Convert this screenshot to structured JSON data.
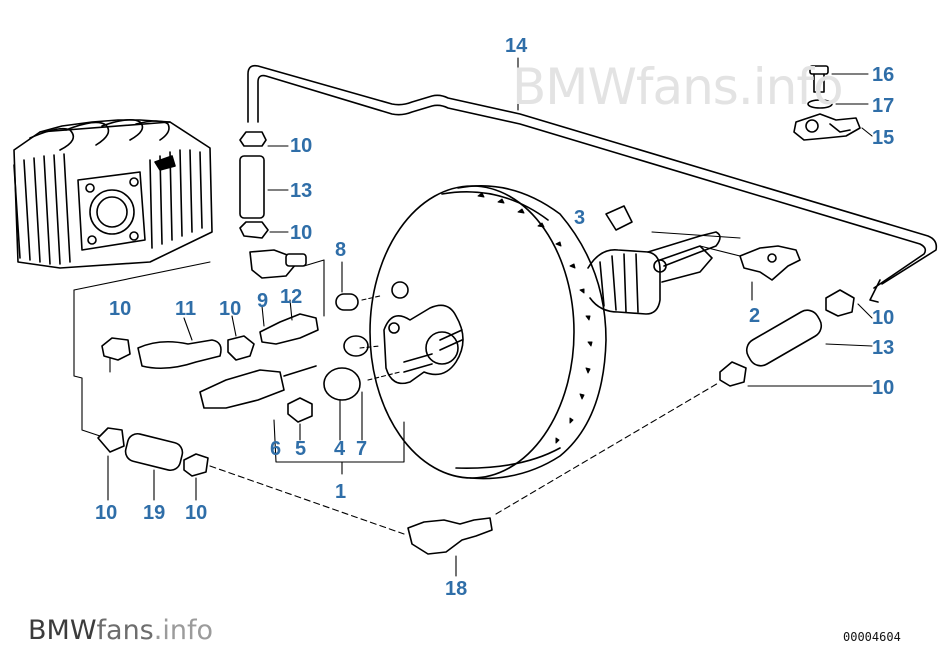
{
  "watermark": "BMWfans.info",
  "brand": {
    "part1": "BMW",
    "part2": "fans",
    "part3": ".info"
  },
  "doc_number": "00004604",
  "callouts": {
    "c14": "14",
    "c16": "16",
    "c17": "17",
    "c15": "15",
    "c10_top": "10",
    "c13_top": "13",
    "c10_mid": "10",
    "c8": "8",
    "c3": "3",
    "c2": "2",
    "c10_r1": "10",
    "c13_r": "13",
    "c10_r2": "10",
    "c10_l1": "10",
    "c11": "11",
    "c10_l2": "10",
    "c9": "9",
    "c12": "12",
    "c6": "6",
    "c5": "5",
    "c4": "4",
    "c7": "7",
    "c1": "1",
    "c10_b1": "10",
    "c19": "19",
    "c10_b2": "10",
    "c18": "18"
  }
}
